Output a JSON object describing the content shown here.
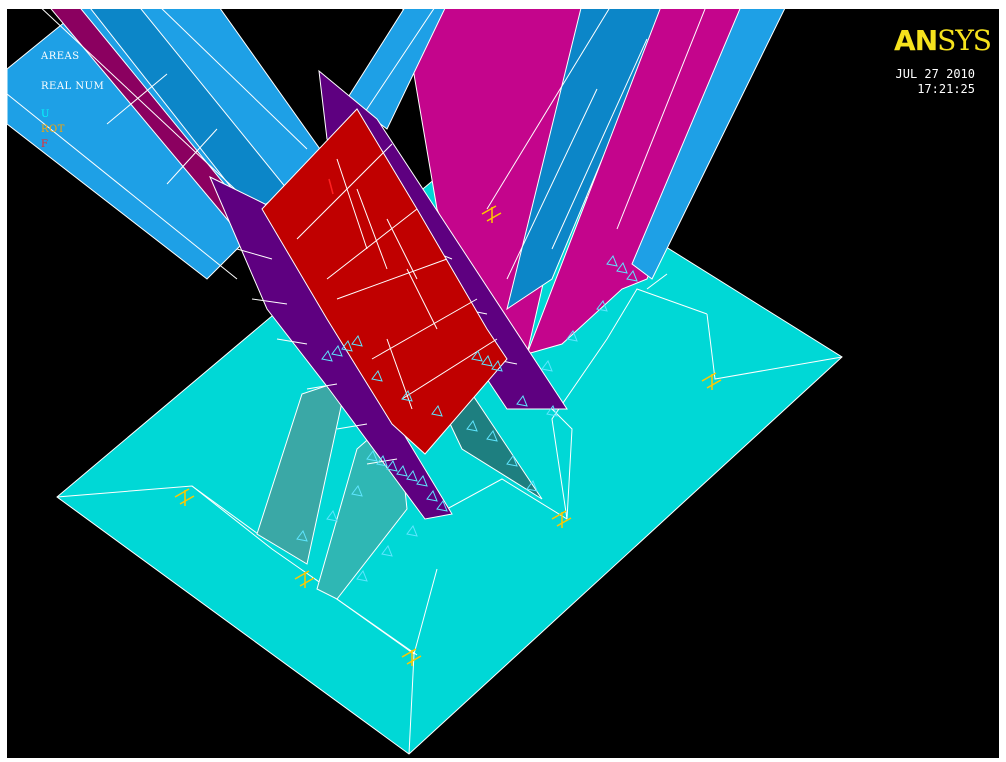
{
  "legend": {
    "areas": "AREAS",
    "real_num": "REAL NUM",
    "u": "U",
    "rot": "ROT",
    "f": "F"
  },
  "logo": {
    "an": "AN",
    "sys": "SYS"
  },
  "date": "JUL 27 2010",
  "time": "17:21:25",
  "colors": {
    "background": "#000000",
    "base_plate": "#00d8d6",
    "cyan_gusset": "#3aa8a6",
    "dark_gusset": "#1e7f80",
    "red_plate": "#c00000",
    "purple_flange": "#5e0080",
    "magenta_member": "#c4058c",
    "blue_member": "#1ea0e6",
    "dark_blue_member": "#0c86c8",
    "legend_white": "#ffffff",
    "legend_cyan": "#00ffff",
    "legend_orange": "#ffa500",
    "legend_red": "#ff2020",
    "logo_yellow": "#f5e21d"
  },
  "symbols": {
    "u_constraint": "⊿",
    "rot_constraint": "✱",
    "force": "↓"
  }
}
